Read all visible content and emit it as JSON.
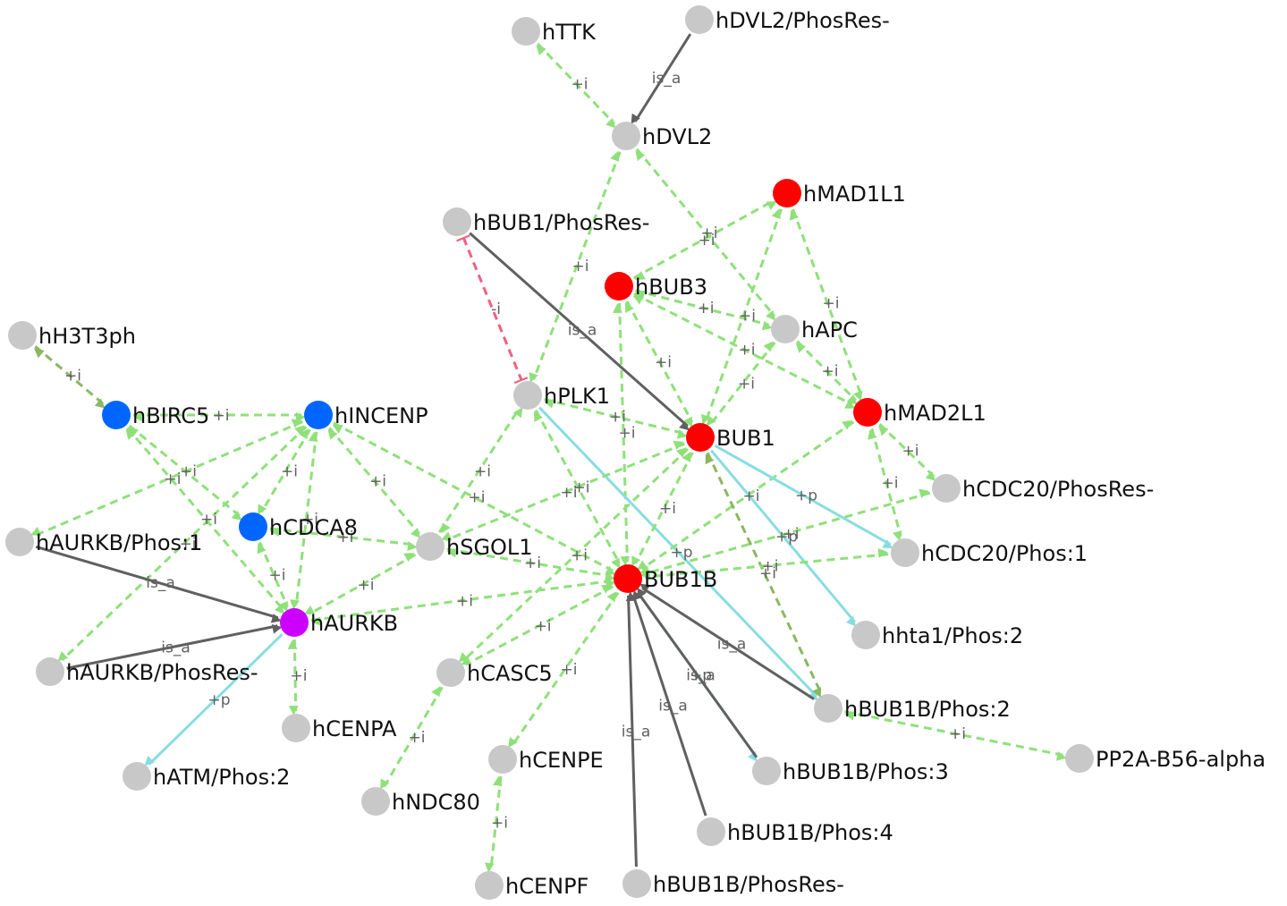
{
  "colors": {
    "default": "#c8c8c8",
    "red": "#ff0000",
    "blue": "#0066ff",
    "magenta": "#cc00ff",
    "green_edge": "#8fe07a",
    "gray_edge": "#606060",
    "cyan_edge": "#88dde0",
    "red_edge": "#f06080",
    "olive_edge": "#8ab860"
  },
  "nodes": [
    {
      "id": "hTTK",
      "label": "hTTK",
      "color": "default"
    },
    {
      "id": "hDVL2PR",
      "label": "hDVL2/PhosRes-",
      "color": "default"
    },
    {
      "id": "hDVL2",
      "label": "hDVL2",
      "color": "default"
    },
    {
      "id": "hMAD1L1",
      "label": "hMAD1L1",
      "color": "red"
    },
    {
      "id": "hBUB1PR",
      "label": "hBUB1/PhosRes-",
      "color": "default"
    },
    {
      "id": "hBUB3",
      "label": "hBUB3",
      "color": "red"
    },
    {
      "id": "hAPC",
      "label": "hAPC",
      "color": "default"
    },
    {
      "id": "hH3T3ph",
      "label": "hH3T3ph",
      "color": "default"
    },
    {
      "id": "hBIRC5",
      "label": "hBIRC5",
      "color": "blue"
    },
    {
      "id": "hINCENP",
      "label": "hINCENP",
      "color": "blue"
    },
    {
      "id": "hPLK1",
      "label": "hPLK1",
      "color": "default"
    },
    {
      "id": "hMAD2L1",
      "label": "hMAD2L1",
      "color": "red"
    },
    {
      "id": "BUB1",
      "label": "BUB1",
      "color": "red"
    },
    {
      "id": "hCDC20PR",
      "label": "hCDC20/PhosRes-",
      "color": "default"
    },
    {
      "id": "hCDCA8",
      "label": "hCDCA8",
      "color": "blue"
    },
    {
      "id": "hAURKBP1",
      "label": "hAURKB/Phos:1",
      "color": "default"
    },
    {
      "id": "hSGOL1",
      "label": "hSGOL1",
      "color": "default"
    },
    {
      "id": "hCDC20P1",
      "label": "hCDC20/Phos:1",
      "color": "default"
    },
    {
      "id": "BUB1B",
      "label": "BUB1B",
      "color": "red"
    },
    {
      "id": "hAURKB",
      "label": "hAURKB",
      "color": "magenta"
    },
    {
      "id": "hhta1",
      "label": "hhta1/Phos:2",
      "color": "default"
    },
    {
      "id": "hAURKBPR",
      "label": "hAURKB/PhosRes-",
      "color": "default"
    },
    {
      "id": "hCASC5",
      "label": "hCASC5",
      "color": "default"
    },
    {
      "id": "hCENPA",
      "label": "hCENPA",
      "color": "default"
    },
    {
      "id": "hBUB1BP2",
      "label": "hBUB1B/Phos:2",
      "color": "default"
    },
    {
      "id": "PP2A",
      "label": "PP2A-B56-alpha",
      "color": "default"
    },
    {
      "id": "hCENPE",
      "label": "hCENPE",
      "color": "default"
    },
    {
      "id": "hATMP2",
      "label": "hATM/Phos:2",
      "color": "default"
    },
    {
      "id": "hBUB1BP3",
      "label": "hBUB1B/Phos:3",
      "color": "default"
    },
    {
      "id": "hNDC80",
      "label": "hNDC80",
      "color": "default"
    },
    {
      "id": "hBUB1BP4",
      "label": "hBUB1B/Phos:4",
      "color": "default"
    },
    {
      "id": "hCENPF",
      "label": "hCENPF",
      "color": "default"
    },
    {
      "id": "hBUB1BPR",
      "label": "hBUB1B/PhosRes-",
      "color": "default"
    }
  ],
  "edges": [
    {
      "from": "hTTK",
      "to": "hDVL2",
      "type": "green",
      "label": "+i"
    },
    {
      "from": "hDVL2PR",
      "to": "hDVL2",
      "type": "gray",
      "label": "is_a"
    },
    {
      "from": "hDVL2",
      "to": "hPLK1",
      "type": "green",
      "label": "+i"
    },
    {
      "from": "hDVL2",
      "to": "hAPC",
      "type": "green",
      "label": "+i"
    },
    {
      "from": "hBUB3",
      "to": "hMAD1L1",
      "type": "green",
      "label": "+i"
    },
    {
      "from": "hMAD1L1",
      "to": "hMAD2L1",
      "type": "green",
      "label": "+i"
    },
    {
      "from": "hMAD1L1",
      "to": "BUB1",
      "type": "green",
      "label": "+i"
    },
    {
      "from": "hBUB1PR",
      "to": "BUB1",
      "type": "gray",
      "label": "is_a"
    },
    {
      "from": "hBUB1PR",
      "to": "hPLK1",
      "type": "inhibit",
      "label": "-i"
    },
    {
      "from": "hBUB3",
      "to": "hAPC",
      "type": "green",
      "label": "+i"
    },
    {
      "from": "hBUB3",
      "to": "BUB1",
      "type": "green",
      "label": "+i"
    },
    {
      "from": "hBUB3",
      "to": "BUB1B",
      "type": "green",
      "label": "+i"
    },
    {
      "from": "hBUB3",
      "to": "hMAD2L1",
      "type": "green",
      "label": "+i"
    },
    {
      "from": "hAPC",
      "to": "BUB1",
      "type": "green",
      "label": "+i"
    },
    {
      "from": "hAPC",
      "to": "hMAD2L1",
      "type": "green",
      "label": "+i"
    },
    {
      "from": "hH3T3ph",
      "to": "hBIRC5",
      "type": "olive",
      "label": "+i"
    },
    {
      "from": "hBIRC5",
      "to": "hINCENP",
      "type": "green",
      "label": "+i"
    },
    {
      "from": "hBIRC5",
      "to": "hCDCA8",
      "type": "green",
      "label": "+i"
    },
    {
      "from": "hBIRC5",
      "to": "hAURKB",
      "type": "green",
      "label": "+i"
    },
    {
      "from": "hINCENP",
      "to": "hAURKBP1",
      "type": "green",
      "label": "+i"
    },
    {
      "from": "hINCENP",
      "to": "hCDCA8",
      "type": "green",
      "label": "+i"
    },
    {
      "from": "hINCENP",
      "to": "hAURKB",
      "type": "green",
      "label": "+i"
    },
    {
      "from": "hINCENP",
      "to": "hSGOL1",
      "type": "green",
      "label": "+i"
    },
    {
      "from": "hINCENP",
      "to": "BUB1B",
      "type": "green",
      "label": "+i"
    },
    {
      "from": "hINCENP",
      "to": "hAURKBPR",
      "type": "green",
      "label": "+i"
    },
    {
      "from": "hPLK1",
      "to": "BUB1",
      "type": "green",
      "label": "+i"
    },
    {
      "from": "hPLK1",
      "to": "BUB1B",
      "type": "green",
      "label": "+i"
    },
    {
      "from": "hPLK1",
      "to": "hBUB1BP2",
      "type": "cyan",
      "label": "+p"
    },
    {
      "from": "hSGOL1",
      "to": "hPLK1",
      "type": "green",
      "label": "+i"
    },
    {
      "from": "hMAD2L1",
      "to": "BUB1B",
      "type": "green",
      "label": "+i"
    },
    {
      "from": "hMAD2L1",
      "to": "hCDC20PR",
      "type": "green",
      "label": "+i"
    },
    {
      "from": "hMAD2L1",
      "to": "hCDC20P1",
      "type": "green",
      "label": "+i"
    },
    {
      "from": "BUB1",
      "to": "hCDC20P1",
      "type": "cyan",
      "label": "+p"
    },
    {
      "from": "BUB1",
      "to": "hhta1",
      "type": "cyan",
      "label": "+p"
    },
    {
      "from": "BUB1",
      "to": "BUB1B",
      "type": "green",
      "label": "+i"
    },
    {
      "from": "BUB1",
      "to": "hSGOL1",
      "type": "green",
      "label": "+i"
    },
    {
      "from": "BUB1",
      "to": "hCASC5",
      "type": "green",
      "label": "+i"
    },
    {
      "from": "BUB1",
      "to": "hBUB1BP2",
      "type": "olive",
      "label": "+i"
    },
    {
      "from": "hCDCA8",
      "to": "hSGOL1",
      "type": "green",
      "label": "+i"
    },
    {
      "from": "hCDCA8",
      "to": "hAURKB",
      "type": "green",
      "label": "+i"
    },
    {
      "from": "hAURKBP1",
      "to": "hAURKB",
      "type": "gray",
      "label": "is_a"
    },
    {
      "from": "hSGOL1",
      "to": "hAURKB",
      "type": "green",
      "label": "+i"
    },
    {
      "from": "hSGOL1",
      "to": "BUB1B",
      "type": "green",
      "label": "+i"
    },
    {
      "from": "hCDC20PR",
      "to": "BUB1B",
      "type": "green",
      "label": "+i"
    },
    {
      "from": "hCDC20P1",
      "to": "BUB1B",
      "type": "green",
      "label": "+i"
    },
    {
      "from": "hAURKB",
      "to": "BUB1B",
      "type": "green",
      "label": "+i"
    },
    {
      "from": "hAURKBPR",
      "to": "hAURKB",
      "type": "gray",
      "label": "is_a"
    },
    {
      "from": "hAURKB",
      "to": "hCENPA",
      "type": "green",
      "label": "+i"
    },
    {
      "from": "hAURKB",
      "to": "hATMP2",
      "type": "cyan",
      "label": "+p"
    },
    {
      "from": "BUB1B",
      "to": "hCASC5",
      "type": "green",
      "label": "+i"
    },
    {
      "from": "BUB1B",
      "to": "hCENPE",
      "type": "green",
      "label": "+i"
    },
    {
      "from": "hBUB1BP2",
      "to": "BUB1B",
      "type": "gray",
      "label": "is_a"
    },
    {
      "from": "BUB1B",
      "to": "hBUB1BP3",
      "type": "cyan",
      "label": "+p"
    },
    {
      "from": "hBUB1BP3",
      "to": "BUB1B",
      "type": "gray",
      "label": "is_a"
    },
    {
      "from": "hBUB1BP4",
      "to": "BUB1B",
      "type": "gray",
      "label": "is_a"
    },
    {
      "from": "hBUB1BPR",
      "to": "BUB1B",
      "type": "gray",
      "label": "is_a"
    },
    {
      "from": "hBUB1BP2",
      "to": "PP2A",
      "type": "green",
      "label": "+i"
    },
    {
      "from": "hCASC5",
      "to": "hNDC80",
      "type": "green",
      "label": "+i"
    },
    {
      "from": "hCENPE",
      "to": "hCENPF",
      "type": "green",
      "label": "+i"
    }
  ]
}
